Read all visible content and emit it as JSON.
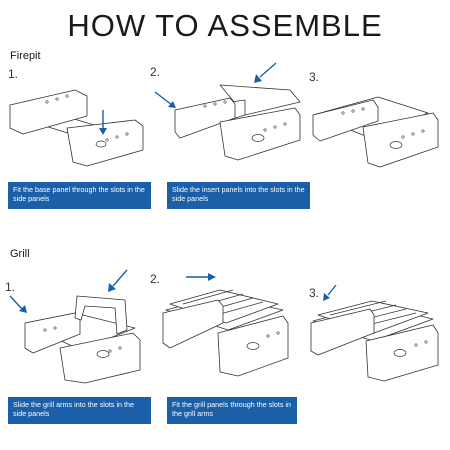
{
  "title": "HOW TO ASSEMBLE",
  "firepit": {
    "heading": "Firepit",
    "steps": [
      {
        "number": "1.",
        "caption": "Fit the base panel through the slots in the side panels"
      },
      {
        "number": "2.",
        "caption": "Slide the insert panels into the slots in the side panels"
      },
      {
        "number": "3.",
        "caption": ""
      }
    ]
  },
  "grill": {
    "heading": "Grill",
    "steps": [
      {
        "number": "1.",
        "caption": "Slide the grill arms into the slots in the side panels"
      },
      {
        "number": "2.",
        "caption": "Fit the grill panels through the slots in the grill arms"
      },
      {
        "number": "3.",
        "caption": ""
      }
    ]
  },
  "colors": {
    "caption_bg": "#1b5fa8",
    "arrow": "#1b5fa8",
    "line": "#333333"
  },
  "icons": [
    "assembly-step-illustration",
    "arrow-icon"
  ]
}
